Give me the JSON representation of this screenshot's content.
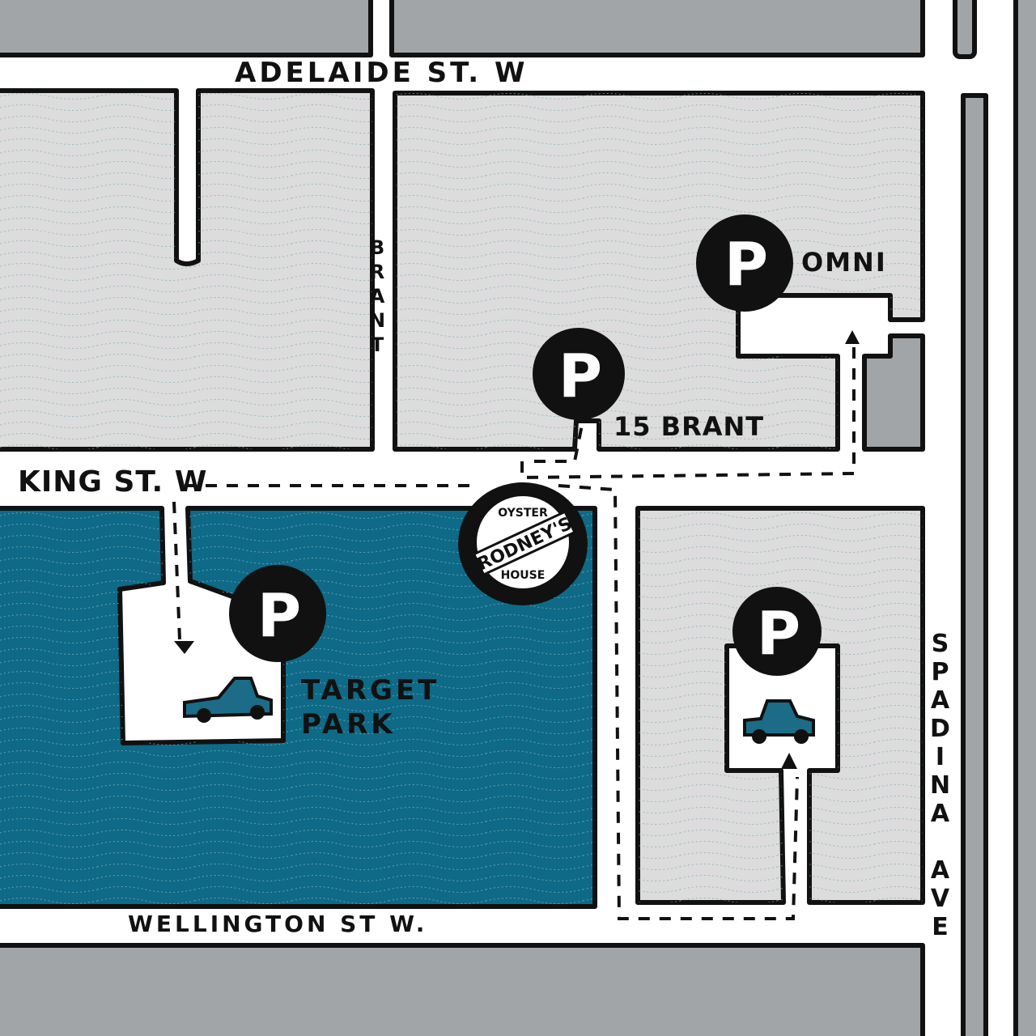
{
  "colors": {
    "road": "#ffffff",
    "block": "#dcdcdc",
    "dark_block": "#a2a5a8",
    "target_block": "#0e6a86",
    "outline": "#111111",
    "car": "#1c6c87"
  },
  "streets": {
    "adelaide": "ADELAIDE ST. W",
    "king": "KING ST. W",
    "wellington": "WELLINGTON ST W.",
    "brant": "BRANT",
    "spadina": "SPADINA AVE"
  },
  "parking": [
    {
      "symbol": "P",
      "name": "OMNI"
    },
    {
      "symbol": "P",
      "name": "15 BRANT"
    },
    {
      "symbol": "P",
      "name": "TARGET PARK"
    },
    {
      "symbol": "P",
      "name": ""
    }
  ],
  "landmark": {
    "name": "RODNEY'S",
    "subtitle_top": "OYSTER",
    "subtitle_bottom": "HOUSE"
  }
}
